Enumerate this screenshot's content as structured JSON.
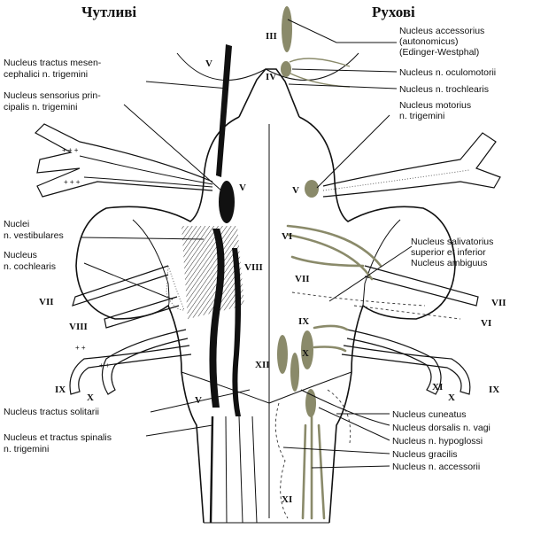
{
  "headers": {
    "sensory": "Чутливі",
    "motor": "Рухові"
  },
  "left_labels": [
    {
      "id": "tractus-mesencephalici",
      "lines": [
        "Nucleus tractus mesen-",
        "cephalici n. trigemini"
      ]
    },
    {
      "id": "sensorius-principalis",
      "lines": [
        "Nucleus sensorius prin-",
        "cipalis n. trigemini"
      ]
    },
    {
      "id": "vestibulares",
      "lines": [
        "Nuclei",
        "n. vestibulares"
      ]
    },
    {
      "id": "cochlearis",
      "lines": [
        "Nucleus",
        "n. cochlearis"
      ]
    },
    {
      "id": "tractus-solitarii",
      "lines": [
        "Nucleus tractus solitarii"
      ]
    },
    {
      "id": "spinalis-trigemini",
      "lines": [
        "Nucleus et tractus spinalis",
        "n. trigemini"
      ]
    }
  ],
  "right_labels": [
    {
      "id": "accessorius-autonomicus",
      "lines": [
        "Nucleus accessorius",
        "(autonomicus)",
        "(Edinger-Westphal)"
      ]
    },
    {
      "id": "oculomotorii",
      "lines": [
        "Nucleus n. oculomotorii"
      ]
    },
    {
      "id": "trochlearis",
      "lines": [
        "Nucleus n. trochlearis"
      ]
    },
    {
      "id": "motorius-trigemini",
      "lines": [
        "Nucleus motorius",
        "n. trigemini"
      ]
    },
    {
      "id": "salivatorius",
      "lines": [
        "Nucleus salivatorius",
        "superior et inferior",
        "Nucleus ambiguus"
      ]
    },
    {
      "id": "cuneatus",
      "lines": [
        "Nucleus cuneatus"
      ]
    },
    {
      "id": "dorsalis-vagi",
      "lines": [
        "Nucleus dorsalis n. vagi"
      ]
    },
    {
      "id": "hypoglossi",
      "lines": [
        "Nucleus n. hypoglossi"
      ]
    },
    {
      "id": "gracilis",
      "lines": [
        "Nucleus gracilis"
      ]
    },
    {
      "id": "accessorii",
      "lines": [
        "Nucleus n. accessorii"
      ]
    }
  ],
  "numerals": {
    "iii": "III",
    "iv": "IV",
    "v_top": "V",
    "v_left": "V",
    "v_right": "V",
    "vi": "VI",
    "vii_in": "VII",
    "viii_in": "VIII",
    "ix_in": "IX",
    "x_in": "X",
    "xii": "XII",
    "v_low": "V",
    "xi": "XI",
    "vii_l": "VII",
    "viii_l": "VIII",
    "ix_l": "IX",
    "x_l": "X",
    "vii_r": "VII",
    "vi_r": "VI",
    "xi_r": "XI",
    "x_r": "X",
    "ix_r": "IX"
  },
  "colors": {
    "motor_nucleus": "#8a8a6a",
    "sensory_nucleus": "#111111",
    "outline": "#111111"
  }
}
